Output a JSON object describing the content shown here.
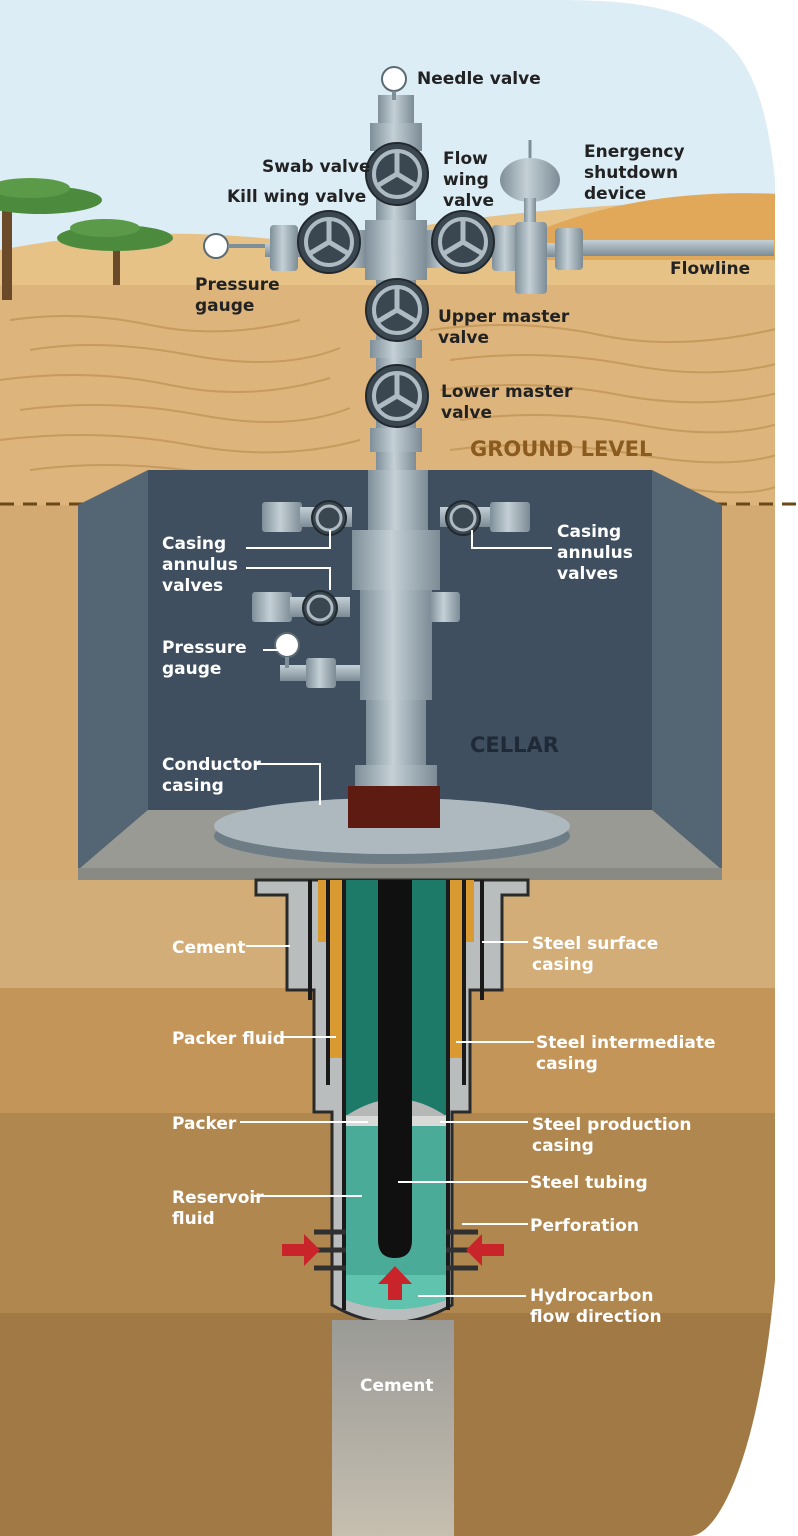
{
  "labels": {
    "needle_valve": "Needle valve",
    "swab_valve": "Swab valve",
    "flow_wing_valve": [
      "Flow",
      "wing",
      "valve"
    ],
    "emergency_shutdown": [
      "Energency",
      "shutdown",
      "device"
    ],
    "kill_wing_valve": "Kill wing valve",
    "pressure_gauge_top": [
      "Pressure",
      "gauge"
    ],
    "flowline": "Flowline",
    "upper_master_valve": [
      "Upper master",
      "valve"
    ],
    "lower_master_valve": [
      "Lower master",
      "valve"
    ],
    "ground_level": "GROUND LEVEL",
    "casing_annulus_left": [
      "Casing",
      "annulus",
      "valves"
    ],
    "casing_annulus_right": [
      "Casing",
      "annulus",
      "valves"
    ],
    "pressure_gauge_cellar": [
      "Pressure",
      "gauge"
    ],
    "cellar": "CELLAR",
    "conductor_casing": [
      "Conductor",
      "casing"
    ],
    "cement_left": "Cement",
    "steel_surface_casing": [
      "Steel surface",
      "casing"
    ],
    "packer_fluid": "Packer fluid",
    "steel_intermediate_casing": [
      "Steel intermediate",
      "casing"
    ],
    "packer": "Packer",
    "steel_production_casing": [
      "Steel production",
      "casing"
    ],
    "steel_tubing": "Steel tubing",
    "reservoir_fluid": [
      "Reservoir",
      "fluid"
    ],
    "perforation": "Perforation",
    "hydrocarbon_flow": [
      "Hydrocarbon",
      "flow direction"
    ],
    "cement_bottom": "Cement"
  },
  "colors": {
    "sky": "#dcedf5",
    "sand": "#dcb47c",
    "cellar_wall": "#3f4f5f",
    "steel": "#a6b4bd",
    "packer_fluid": "#1e7a68",
    "reservoir_fluid": "#4aac98",
    "cement_orange": "#d99a32",
    "arrow_red": "#c8242a"
  }
}
